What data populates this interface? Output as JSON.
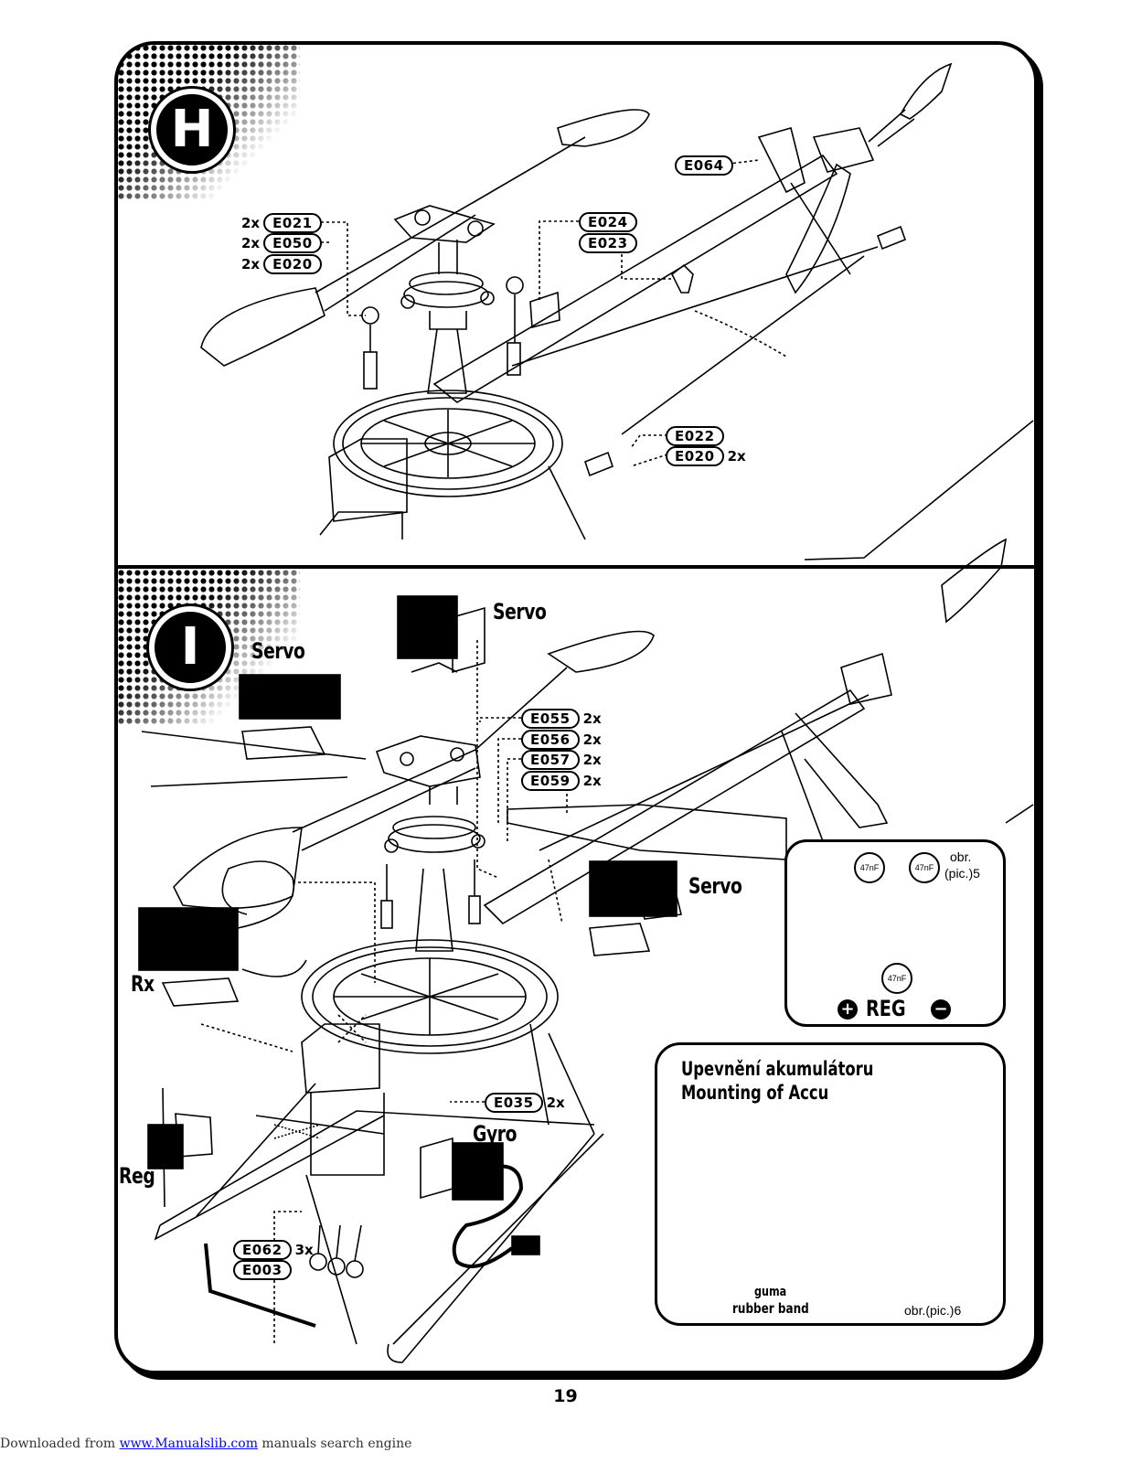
{
  "steps": {
    "h": "H",
    "i": "I"
  },
  "section_h": {
    "parts": [
      {
        "code": "E064",
        "qty": ""
      },
      {
        "code": "E021",
        "qty": "2x"
      },
      {
        "code": "E050",
        "qty": "2x"
      },
      {
        "code": "E020",
        "qty": "2x"
      },
      {
        "code": "E024",
        "qty": ""
      },
      {
        "code": "E023",
        "qty": ""
      },
      {
        "code": "E022",
        "qty": ""
      },
      {
        "code": "E020",
        "qty": "2x"
      }
    ]
  },
  "section_i": {
    "labels": {
      "servo_1": "Servo",
      "servo_2": "Servo",
      "servo_3": "Servo",
      "rx": "Rx",
      "reg": "Reg",
      "gyro": "Gyro"
    },
    "parts": [
      {
        "code": "E055",
        "qty": "2x"
      },
      {
        "code": "E056",
        "qty": "2x"
      },
      {
        "code": "E057",
        "qty": "2x"
      },
      {
        "code": "E059",
        "qty": "2x"
      },
      {
        "code": "E035",
        "qty": "2x"
      },
      {
        "code": "E062",
        "qty": "3x"
      },
      {
        "code": "E003",
        "qty": ""
      }
    ]
  },
  "reg_inset": {
    "caption": "obr.",
    "caption2": "(pic.)5",
    "capacitor": "47nF",
    "label": "REG",
    "plus": "+",
    "minus": "−"
  },
  "accu_inset": {
    "title_cz": "Upevnění akumulátoru",
    "title_en": "Mounting of Accu",
    "band_cz": "guma",
    "band_en": "rubber band",
    "caption": "obr.(pic.)6"
  },
  "page_number": "19",
  "footer": {
    "prefix": "Downloaded from ",
    "link": "www.Manualslib.com",
    "suffix": " manuals search engine"
  }
}
